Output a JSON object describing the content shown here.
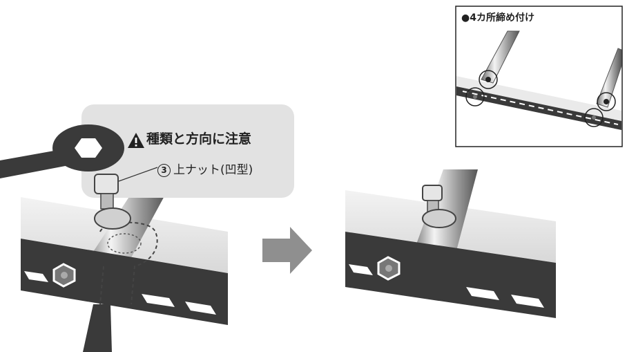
{
  "inset": {
    "title": "●4カ所締め付け"
  },
  "warning": {
    "title": "種類と方向に注意"
  },
  "callout": {
    "number": "3",
    "text": "上ナット(凹型)"
  },
  "colors": {
    "bar": "#3a3a3a",
    "plate": "#e8e8e8",
    "callout_bg": "#e2e2e2",
    "arrow": "#8f8f8f"
  }
}
